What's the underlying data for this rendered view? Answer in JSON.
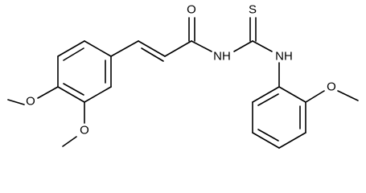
{
  "atoms": {
    "o_methoxy_para": "O",
    "o_methoxy_meta": "O",
    "o_carbonyl": "O",
    "nh_amide": "NH",
    "s_thiocarbonyl": "S",
    "nh_aniline": "NH",
    "o_methoxy_ortho": "O"
  }
}
